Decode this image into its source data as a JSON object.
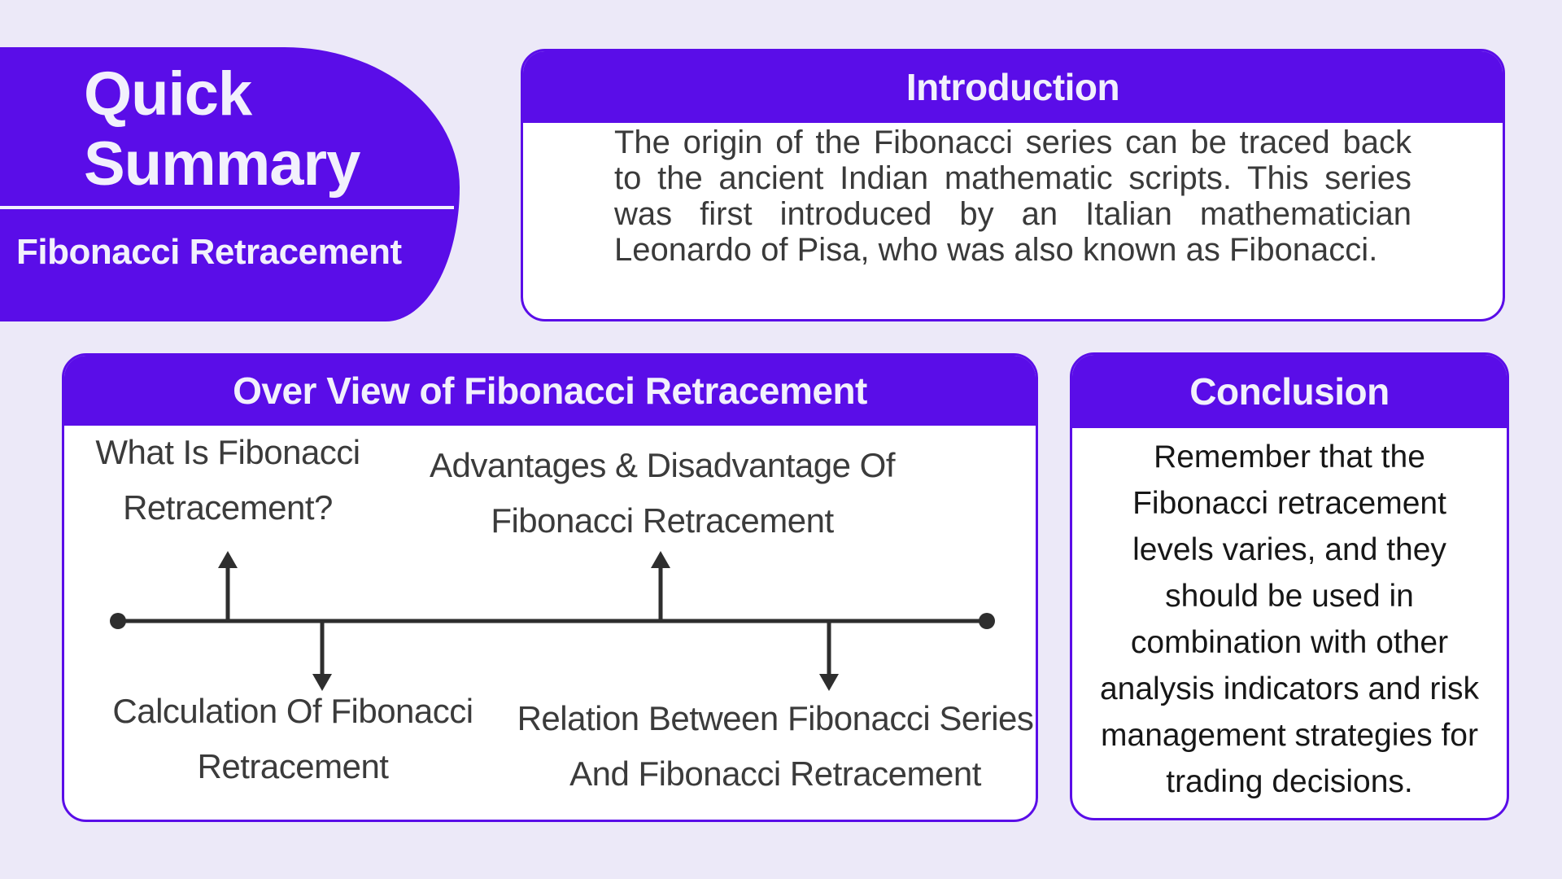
{
  "colors": {
    "accent_purple": "#5A0DE8",
    "page_background": "#ECE9F8",
    "card_background": "#FFFFFF",
    "header_text": "#F2F0FC",
    "body_text": "#3A3A3A",
    "conclusion_text": "#171717",
    "diagram_ink": "#2E2E2E"
  },
  "summary_badge": {
    "title": "Quick\nSummary",
    "subtitle": "Fibonacci Retracement"
  },
  "introduction": {
    "title": "Introduction",
    "body": "The origin of the Fibonacci series can be traced back to the ancient Indian mathematic scripts. This series was first introduced by an Italian mathematician Leonardo of Pisa, who was also known as Fibonacci."
  },
  "overview": {
    "title": "Over View of Fibonacci Retracement",
    "topics": [
      {
        "label": "What Is Fibonacci\nRetracement?",
        "direction": "up"
      },
      {
        "label": "Calculation Of Fibonacci\nRetracement",
        "direction": "down"
      },
      {
        "label": "Advantages & Disadvantage Of\nFibonacci Retracement",
        "direction": "up"
      },
      {
        "label": "Relation Between Fibonacci Series\nAnd Fibonacci Retracement",
        "direction": "down"
      }
    ]
  },
  "conclusion": {
    "title": "Conclusion",
    "body": "Remember that the\nFibonacci retracement\nlevels varies, and they\nshould be used in\ncombination with other\nanalysis indicators and risk\nmanagement strategies for\ntrading decisions."
  }
}
